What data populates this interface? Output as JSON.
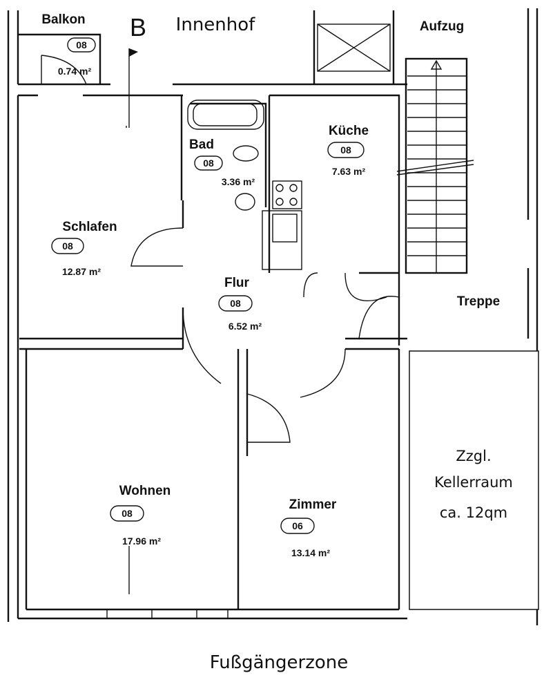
{
  "header": {
    "marker": "B",
    "courtyard": "Innenhof",
    "elevator": "Aufzug"
  },
  "rooms": {
    "balkon": {
      "name": "Balkon",
      "code": "08",
      "area": "0.74 m²"
    },
    "bad": {
      "name": "Bad",
      "code": "08",
      "area": "3.36 m²"
    },
    "kueche": {
      "name": "Küche",
      "code": "08",
      "area": "7.63 m²"
    },
    "schlafen": {
      "name": "Schlafen",
      "code": "08",
      "area": "12.87 m²"
    },
    "flur": {
      "name": "Flur",
      "code": "08",
      "area": "6.52 m²"
    },
    "wohnen": {
      "name": "Wohnen",
      "code": "08",
      "area": "17.96 m²"
    },
    "zimmer": {
      "name": "Zimmer",
      "code": "06",
      "area": "13.14 m²"
    },
    "treppe": {
      "name": "Treppe"
    }
  },
  "cellar": {
    "line1": "Zzgl.",
    "line2": "Kellerraum",
    "line3": "ca. 12qm"
  },
  "footer": {
    "street": "Fußgängerzone"
  }
}
